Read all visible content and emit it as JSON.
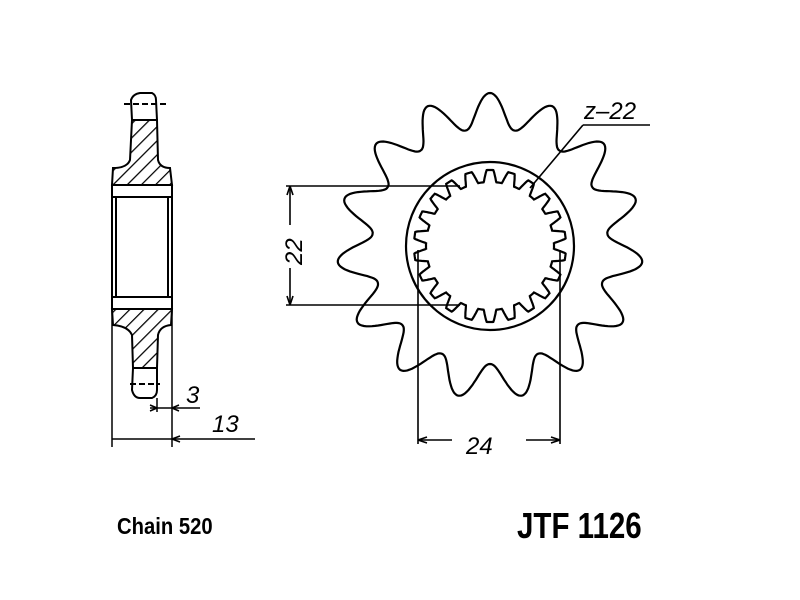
{
  "drawing": {
    "spline_label": "z–22",
    "dim_height": "22",
    "dim_width": "24",
    "dim_offset": "3",
    "dim_thickness": "13",
    "sprocket_teeth": 15,
    "spline_teeth": 22
  },
  "captions": {
    "chain": "Chain 520",
    "part_number": "JTF 1126"
  }
}
